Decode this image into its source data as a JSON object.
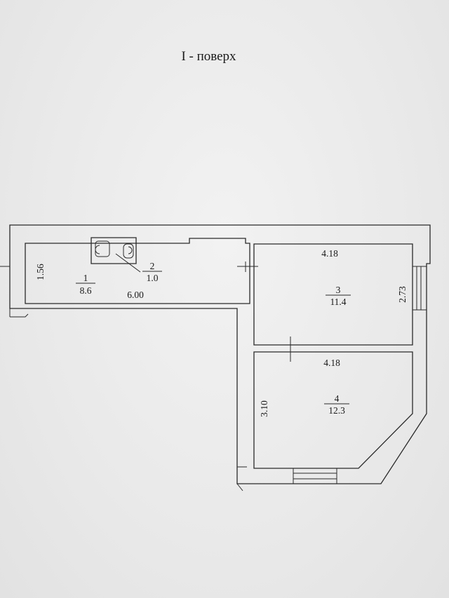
{
  "floor_title": "І - поверх",
  "rooms": [
    {
      "number": "1",
      "area": "8.6"
    },
    {
      "number": "2",
      "area": "1.0"
    },
    {
      "number": "3",
      "area": "11.4"
    },
    {
      "number": "4",
      "area": "12.3"
    }
  ],
  "dimensions": {
    "room1_depth": "1.56",
    "room1_length": "6.00",
    "room3_width": "4.18",
    "room3_depth": "2.73",
    "room4_width": "4.18",
    "room4_depth": "3.10"
  },
  "colors": {
    "background": "#ececec",
    "lines": "#2a2a2a",
    "text": "#1a1a1a"
  }
}
